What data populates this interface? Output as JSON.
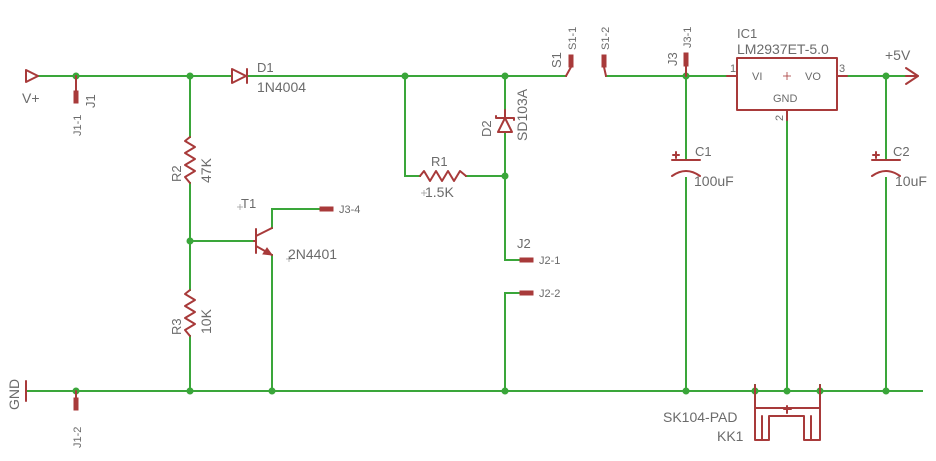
{
  "nets": {
    "vplus": "V+",
    "gnd": "GND",
    "plus5v": "+5V"
  },
  "parts": {
    "d1": {
      "name": "D1",
      "value": "1N4004"
    },
    "r1": {
      "name": "R1",
      "value": "1.5K"
    },
    "r2": {
      "name": "R2",
      "value": "47K"
    },
    "r3": {
      "name": "R3",
      "value": "10K"
    },
    "t1": {
      "name": "T1",
      "value": "2N4401"
    },
    "d2": {
      "name": "D2",
      "value": "SD103A"
    },
    "c1": {
      "name": "C1",
      "value": "100uF"
    },
    "c2": {
      "name": "C2",
      "value": "10uF"
    },
    "ic1": {
      "name": "IC1",
      "value": "LM2937ET-5.0",
      "pin_vi": "VI",
      "pin_vo": "VO",
      "pin_gnd": "GND",
      "pin1": "1",
      "pin2": "2",
      "pin3": "3"
    },
    "kk1": {
      "name": "KK1",
      "value": "SK104-PAD"
    },
    "s1": {
      "name": "S1"
    },
    "j1": {
      "name": "J1"
    },
    "j2": {
      "name": "J2"
    },
    "j3": {
      "name": "J3"
    }
  },
  "pads": {
    "j1_1": "J1-1",
    "j1_2": "J1-2",
    "j2_1": "J2-1",
    "j2_2": "J2-2",
    "j3_1": "J3-1",
    "j3_4": "J3-4",
    "s1_1": "S1-1",
    "s1_2": "S1-2"
  }
}
